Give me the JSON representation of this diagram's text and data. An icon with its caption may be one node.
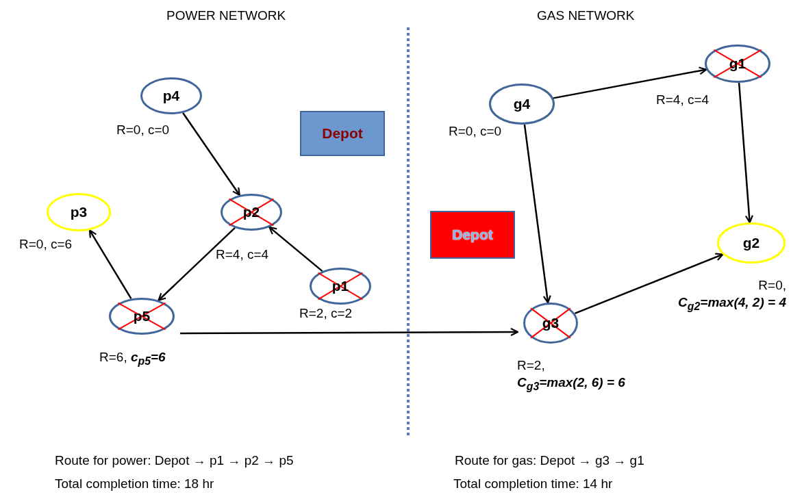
{
  "diagram": {
    "nodes": [
      {
        "text": [
          "p4"
        ],
        "beside": [
          "R=0, c=0"
        ]
      },
      {
        "text": [
          "p2"
        ],
        "beside": [
          "R=4, c=4"
        ]
      },
      {
        "text": [
          "p3"
        ],
        "beside": [
          "R=0, c=6"
        ]
      },
      {
        "text": [
          "p5"
        ],
        "beside": [
          "R=6,",
          "c$_{p5}$=6"
        ]
      },
      {
        "text": [
          "p1"
        ],
        "beside": [
          "R=2, c=2"
        ]
      },
      {
        "text": [
          "Depot"
        ]
      },
      {
        "text": [
          "g4"
        ],
        "beside": [
          "R=0, c=0"
        ]
      },
      {
        "text": [
          "g1"
        ],
        "beside": [
          "R=4, c=4"
        ]
      },
      {
        "text": [
          "Depot"
        ]
      },
      {
        "text": [
          "g2"
        ],
        "beside": [
          "R=0,",
          "C$_{g2}$=max(4, 2) = 4"
        ]
      },
      {
        "text": [
          "g3"
        ],
        "beside": [
          "R=2,",
          "C$_{g3}$=max(2, 6) = 6"
        ]
      }
    ],
    "edges": [
      {
        "from": 0,
        "to": 1,
        "arrow": "to"
      },
      {
        "from": 4,
        "to": 1,
        "arrow": "to"
      },
      {
        "from": 1,
        "to": 3,
        "arrow": "to"
      },
      {
        "from": 3,
        "to": 2,
        "arrow": "to"
      },
      {
        "from": 3,
        "to": 10,
        "arrow": "to"
      },
      {
        "from": 6,
        "to": 7,
        "arrow": "to"
      },
      {
        "from": 6,
        "to": 10,
        "arrow": "to"
      },
      {
        "from": 7,
        "to": 9,
        "arrow": "to"
      },
      {
        "from": 10,
        "to": 9,
        "arrow": "to"
      }
    ],
    "labels": [
      "POWER NETWORK",
      "GAS NETWORK",
      "Route for power: Depot → p1 → p2 → p5",
      "Total completion time: 18 hr",
      "Route for gas: Depot → g3 → g1",
      "Total completion time: 14 hr"
    ]
  }
}
